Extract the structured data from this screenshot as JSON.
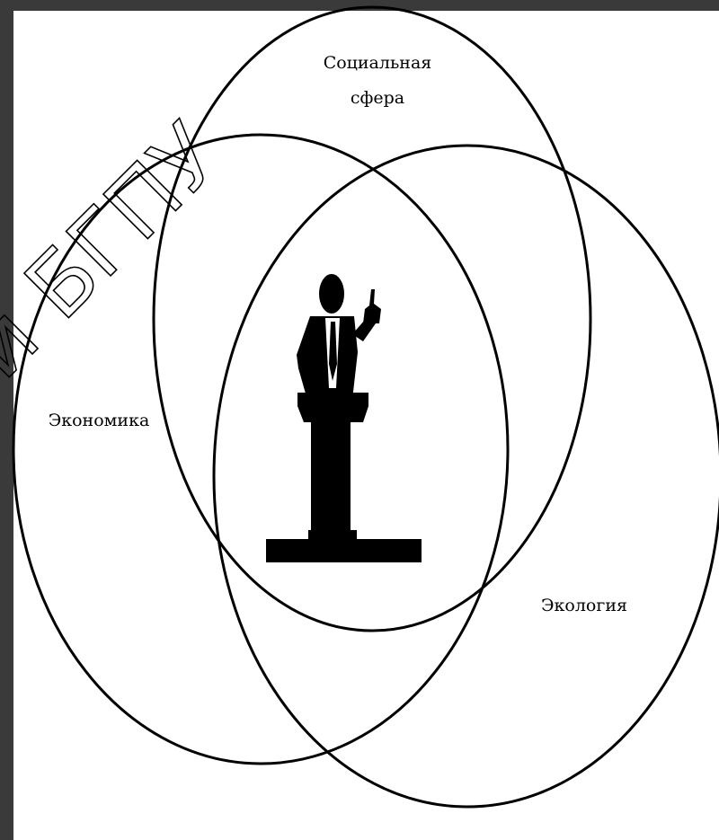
{
  "diagram": {
    "labels": {
      "social_line1": "Социальная",
      "social_line2": "сфера",
      "economy": "Экономика",
      "ecology": "Экология"
    },
    "watermark": "ий БГПУ",
    "icon": "speaker-at-podium-icon"
  },
  "colors": {
    "frame": "#3a3a3a",
    "paper": "#ffffff",
    "ink": "#000000"
  }
}
